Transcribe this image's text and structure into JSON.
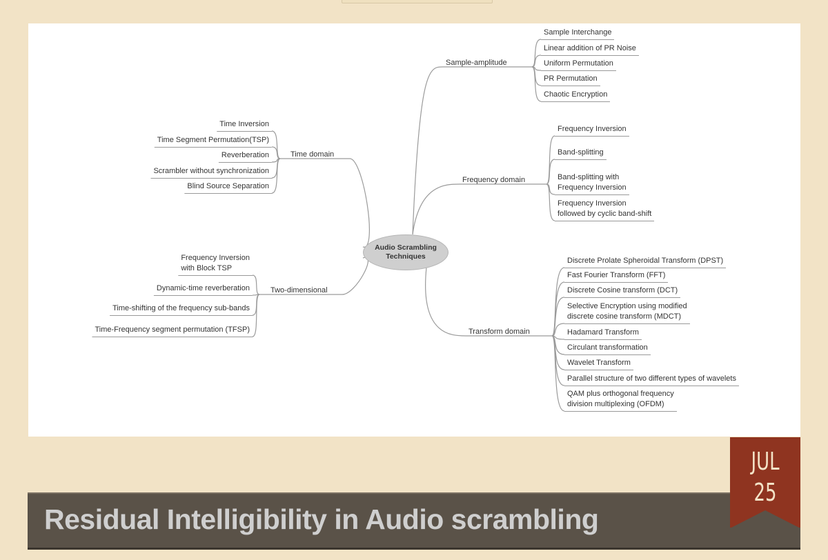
{
  "mindmap": {
    "center": "Audio Scrambling Techniques",
    "branches": {
      "sample_amplitude": {
        "label": "Sample-amplitude",
        "items": [
          "Sample Interchange",
          "Linear addition of PR Noise",
          "Uniform Permutation",
          "PR Permutation",
          "Chaotic Encryption"
        ]
      },
      "frequency_domain": {
        "label": "Frequency domain",
        "items": [
          "Frequency Inversion",
          "Band-splitting",
          "Band-splitting with\nFrequency Inversion",
          "Frequency Inversion\nfollowed by cyclic band-shift"
        ]
      },
      "transform_domain": {
        "label": "Transform domain",
        "items": [
          "Discrete Prolate Spheroidal Transform (DPST)",
          "Fast Fourier Transform (FFT)",
          "Discrete Cosine transform (DCT)",
          "Selective Encryption using modified\ndiscrete cosine transform (MDCT)",
          "Hadamard Transform",
          "Circulant transformation",
          "Wavelet Transform",
          "Parallel structure of two different types of wavelets",
          "QAM plus orthogonal frequency\ndivision multiplexing (OFDM)"
        ]
      },
      "time_domain": {
        "label": "Time domain",
        "items": [
          "Time Inversion",
          "Time Segment Permutation(TSP)",
          "Reverberation",
          "Scrambler without synchronization",
          "Blind Source Separation"
        ]
      },
      "two_dimensional": {
        "label": "Two-dimensional",
        "items": [
          "Frequency Inversion\nwith Block TSP",
          "Dynamic-time reverberation",
          "Time-shifting of the frequency sub-bands",
          "Time-Frequency segment permutation (TFSP)"
        ]
      }
    }
  },
  "post": {
    "title": "Residual Intelligibility in Audio scrambling",
    "date_month": "JUL",
    "date_day": "25"
  },
  "colors": {
    "background": "#f2e3c6",
    "title_bar": "#5a5248",
    "ribbon": "#8f3420"
  }
}
